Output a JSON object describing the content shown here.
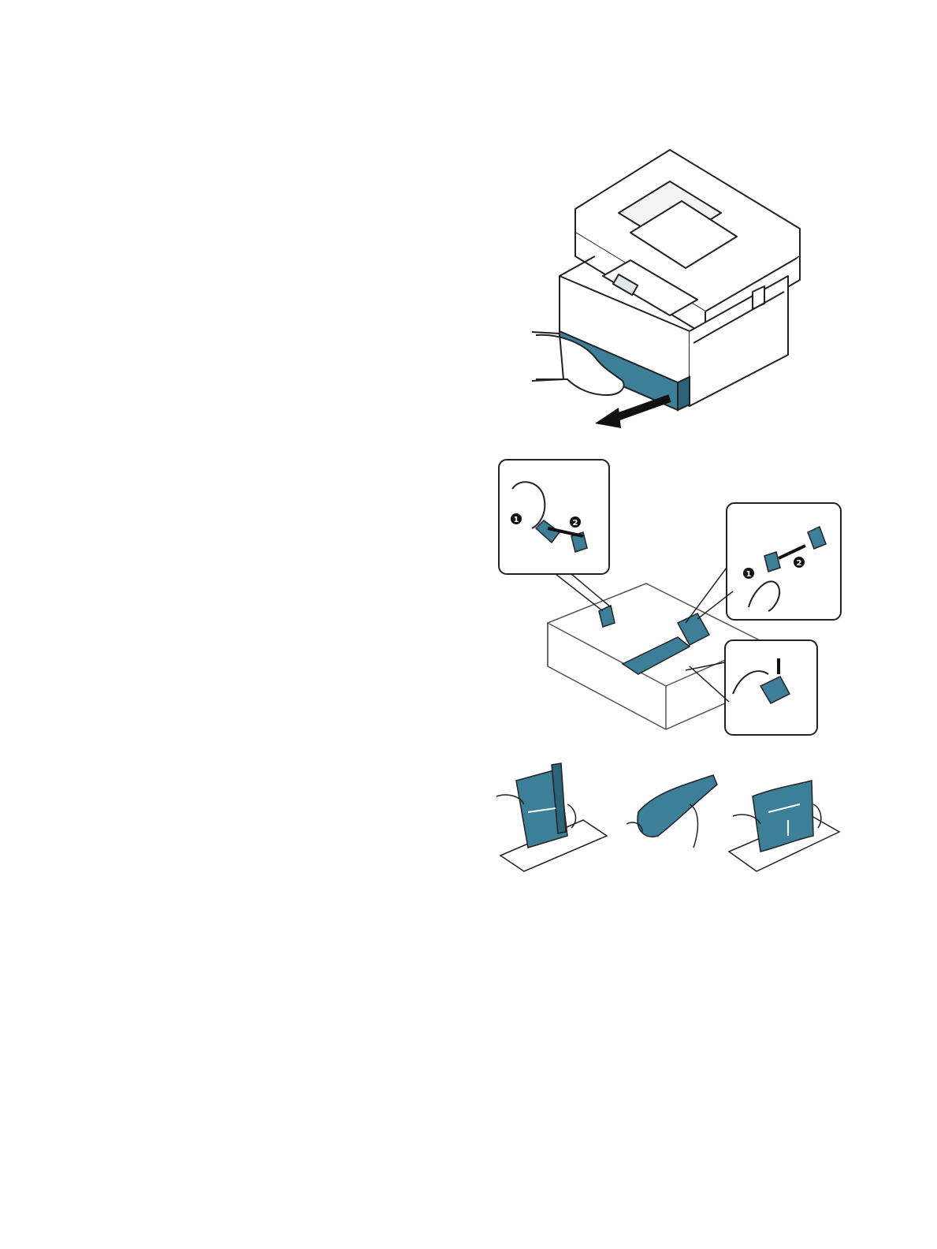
{
  "page": {
    "background": "#ffffff"
  },
  "colors": {
    "accent": "#3d7f99",
    "accent_dark": "#2b6478",
    "line": "#222222",
    "paper": "#ffffff"
  },
  "figures": [
    {
      "icon": "printer-drawer-open-icon"
    },
    {
      "icon": "tray-guide-adjust-icon"
    },
    {
      "icon": "paper-fan-icon"
    }
  ],
  "callouts": {
    "tray_left": [
      "1",
      "2"
    ],
    "tray_right": [
      "1",
      "2"
    ]
  }
}
